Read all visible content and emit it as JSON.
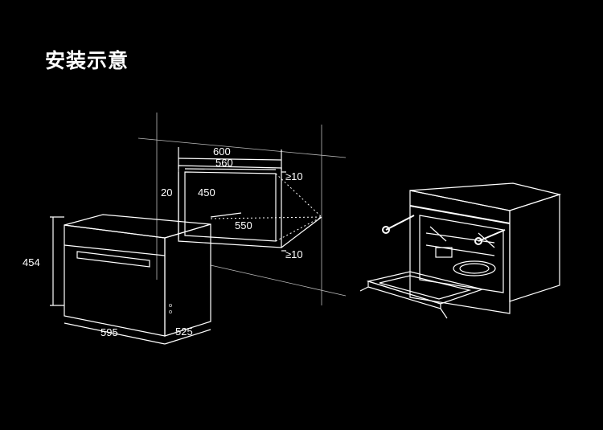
{
  "title": "安装示意",
  "dimensions": {
    "cabinet_outer_width": "600",
    "cabinet_inner_width": "560",
    "cabinet_height": "450",
    "cabinet_top_gap": "20",
    "cabinet_depth": "550",
    "clearance_top": "≥10",
    "clearance_bottom": "≥10",
    "oven_height": "454",
    "oven_width": "595",
    "oven_depth": "525"
  }
}
